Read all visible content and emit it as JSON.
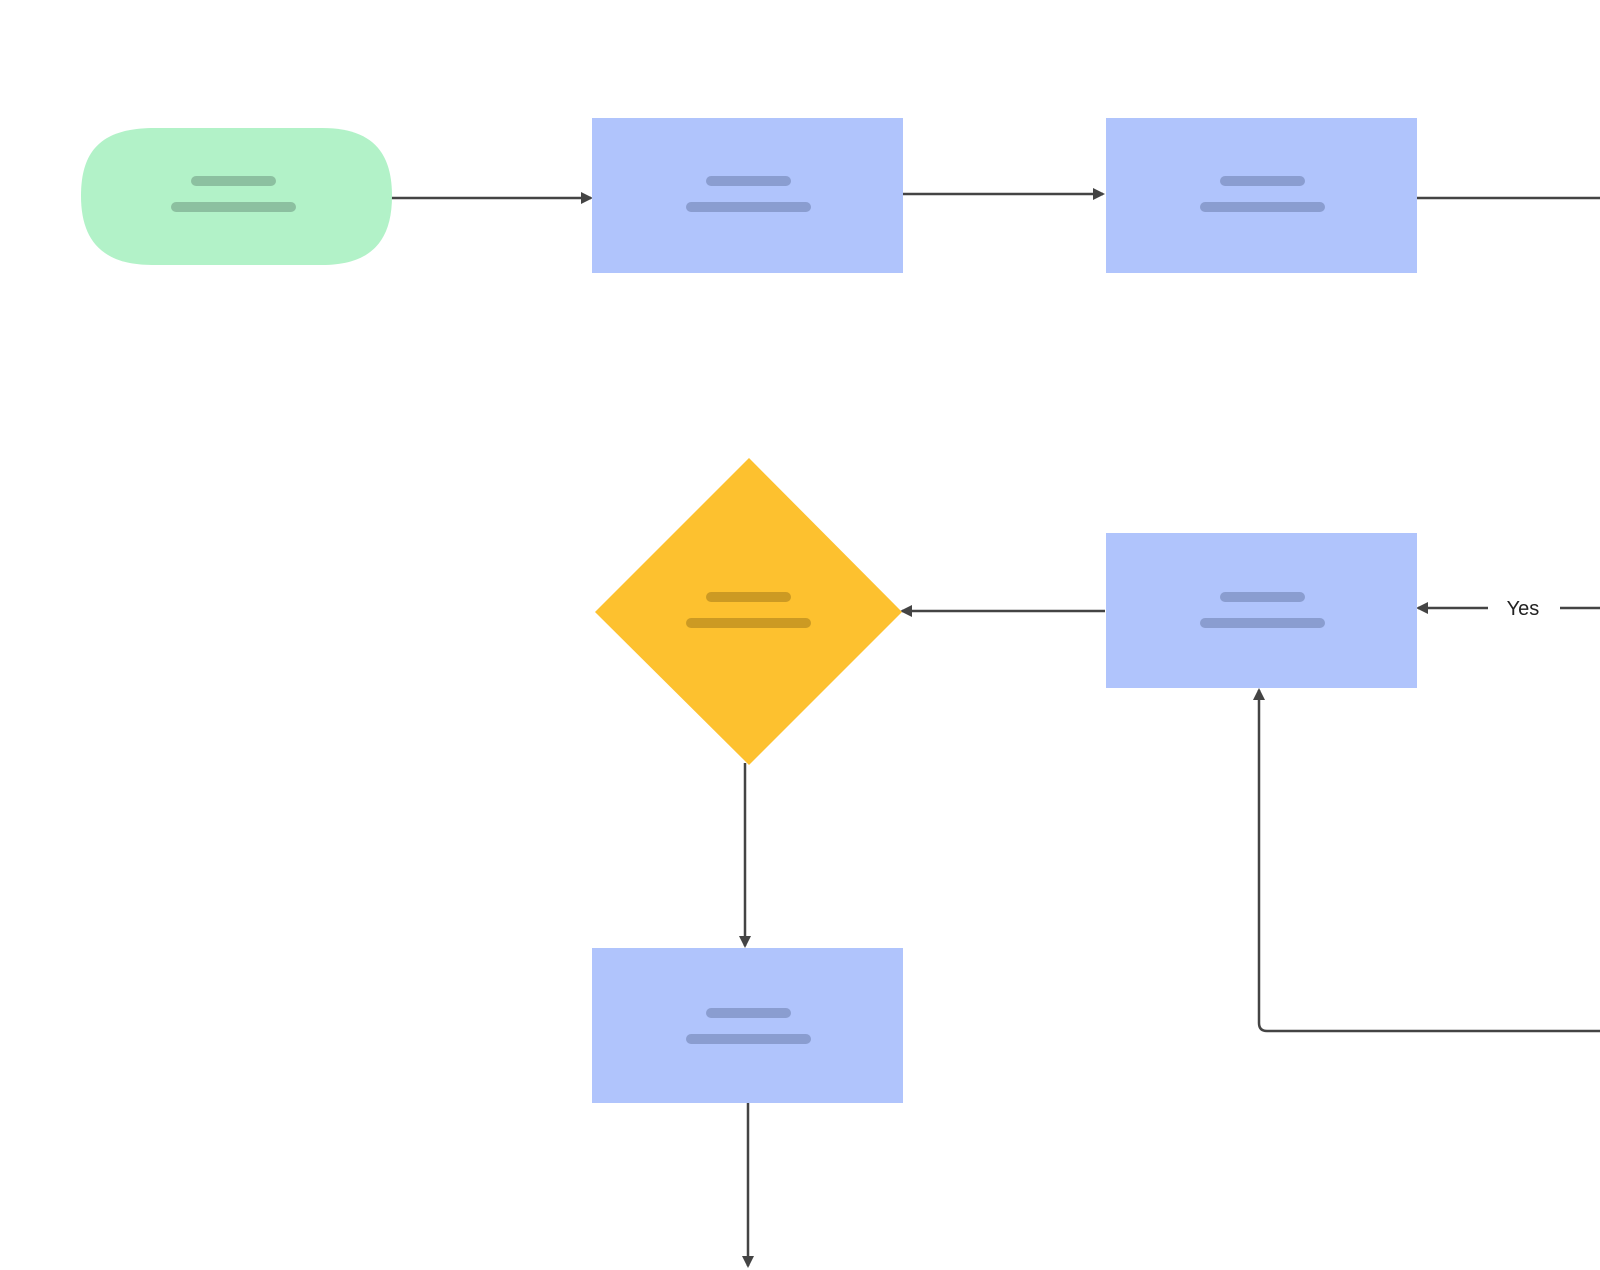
{
  "diagram": {
    "colors": {
      "start_fill": "#b2f2c8",
      "start_placeholder": "#8cc0a0",
      "process_fill": "#b0c4fc",
      "process_placeholder": "#8a9dd0",
      "decision_fill": "#fdc12f",
      "decision_placeholder": "#cc9a23",
      "connector": "#444444",
      "background": "#ffffff"
    },
    "nodes": [
      {
        "id": "start",
        "shape": "terminator",
        "text": ""
      },
      {
        "id": "process-1",
        "shape": "process",
        "text": ""
      },
      {
        "id": "process-2",
        "shape": "process",
        "text": ""
      },
      {
        "id": "process-3",
        "shape": "process",
        "text": ""
      },
      {
        "id": "decision-1",
        "shape": "decision",
        "text": ""
      },
      {
        "id": "process-4",
        "shape": "process",
        "text": ""
      }
    ],
    "edges": [
      {
        "from": "start",
        "to": "process-1",
        "label": ""
      },
      {
        "from": "process-1",
        "to": "process-2",
        "label": ""
      },
      {
        "from": "process-2",
        "to": "offscreen-right",
        "label": ""
      },
      {
        "from": "offscreen-right",
        "to": "process-3",
        "label": "Yes"
      },
      {
        "from": "process-3",
        "to": "decision-1",
        "label": ""
      },
      {
        "from": "decision-1",
        "to": "process-4",
        "label": ""
      },
      {
        "from": "process-4",
        "to": "offscreen-bottom",
        "label": ""
      },
      {
        "from": "offscreen-right",
        "to": "process-3",
        "label": ""
      }
    ]
  }
}
